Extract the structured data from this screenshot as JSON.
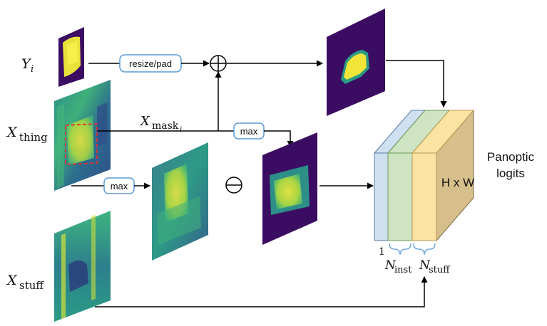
{
  "labels": {
    "y_main": "Y",
    "y_sub": "i",
    "x_thing_main": "X",
    "x_thing_sub": "thing",
    "x_stuff_main": "X",
    "x_stuff_sub": "stuff",
    "x_mask_main": "X",
    "x_mask_sub": "mask",
    "x_mask_subsub": "i",
    "hw": "H x W",
    "panoptic_line1": "Panoptic",
    "panoptic_line2": "logits",
    "one": "1",
    "n_inst_main": "N",
    "n_inst_sub": "inst",
    "n_stuff_main": "N",
    "n_stuff_sub": "stuff"
  },
  "ops": {
    "resize_pad": "resize/pad",
    "max_top": "max",
    "max_bottom": "max",
    "plus": "⊕",
    "minus": "⊖"
  },
  "colors": {
    "slab_blue": "#cfe0f1",
    "slab_green": "#cfe4c2",
    "slab_yellow": "#fbe3a4",
    "cube_side": "#d7bf8c",
    "op_box_border": "#5b9bd5",
    "mask_dashed": "#e03030",
    "viridis_dark": "#3b0a5c",
    "viridis_yellow": "#f4e83a"
  }
}
